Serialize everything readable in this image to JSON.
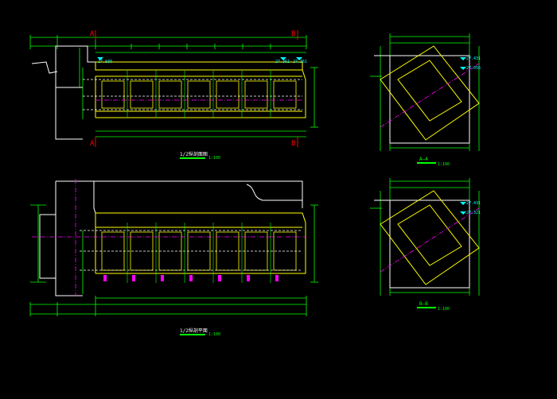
{
  "colors": {
    "background": "#000000",
    "outline": "#FFFFFF",
    "dimension": "#00FF00",
    "concrete": "#FFFF00",
    "centerline": "#FF00FF",
    "section": "#FF0000",
    "water": "#00FFFF"
  },
  "drawing": {
    "section_marks": {
      "left": "A",
      "right": "B"
    },
    "long_section": {
      "title": "1/2纵剖面图",
      "scale": "1:100",
      "elev_left": "27.930",
      "elev_right": "27.361",
      "elev_right_2": "27.361"
    },
    "plan": {
      "title": "1/2纵剖平面",
      "scale": "1:100"
    },
    "section_a": {
      "title": "A—A",
      "scale": "1:100",
      "elev_top": "27.431",
      "elev_mid": "27.056"
    },
    "section_b": {
      "title": "B—B",
      "scale": "1:100",
      "elev_top": "27.431",
      "elev_mid": "27.321"
    }
  }
}
